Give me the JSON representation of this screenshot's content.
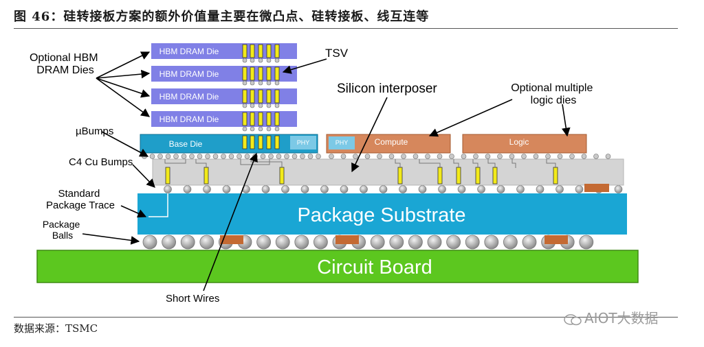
{
  "figure": {
    "title": "图 46：硅转接板方案的额外价值量主要在微凸点、硅转接板、线互连等",
    "source": "数据来源：TSMC",
    "watermark": "AIOT大数据"
  },
  "labels": {
    "hbm_die": "HBM DRAM Die",
    "base_die": "Base Die",
    "phy": "PHY",
    "compute": "Compute",
    "logic": "Logic",
    "package_substrate": "Package Substrate",
    "circuit_board": "Circuit Board"
  },
  "callouts": {
    "optional_hbm_1": "Optional HBM",
    "optional_hbm_2": "DRAM Dies",
    "tsv": "TSV",
    "silicon_interposer": "Silicon interposer",
    "optional_logic_1": "Optional multiple",
    "optional_logic_2": "logic dies",
    "ubumps": "µBumps",
    "c4_bumps": "C4 Cu Bumps",
    "std_trace_1": "Standard",
    "std_trace_2": "Package Trace",
    "pkg_balls_1": "Package",
    "pkg_balls_2": "Balls",
    "short_wires": "Short Wires"
  },
  "colors": {
    "hbm_die": "#8080e6",
    "base_die": "#1f9ec9",
    "logic_die": "#d6875c",
    "interposer": "#d4d4d4",
    "substrate": "#1aa6d4",
    "circuit_board": "#5cc71f",
    "tsv": "#f2ea1a",
    "pad": "#c46a33"
  }
}
